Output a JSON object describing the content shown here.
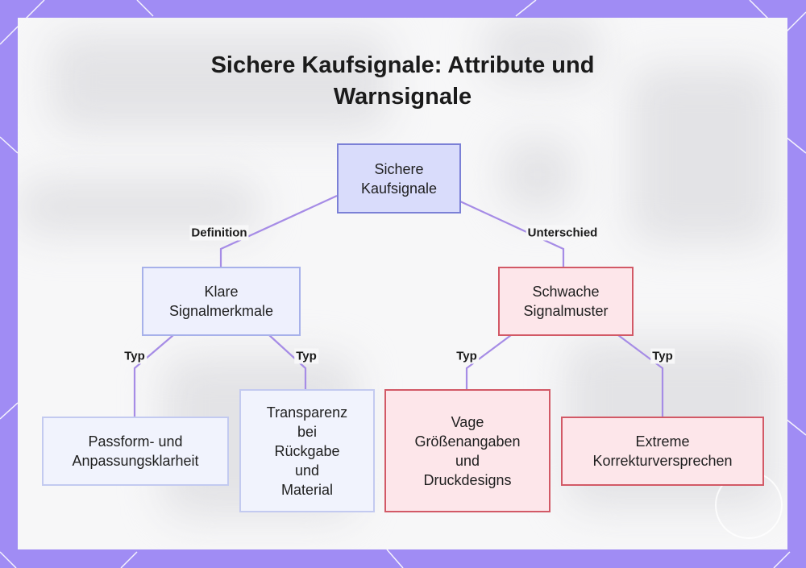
{
  "title_lines": [
    "Sichere Kaufsignale: Attribute und",
    "Warnsignale"
  ],
  "colors": {
    "frame": "#a08cf4",
    "connector": "#a68ce6",
    "root_fill": "#d9dcfb",
    "root_border": "#7b80d6",
    "blue_fill": "#eef0fd",
    "blue_border": "#a7b1ea",
    "red_fill": "#fde6ea",
    "red_border": "#d25966"
  },
  "nodes": {
    "root": {
      "lines": [
        "Sichere",
        "Kaufsignale"
      ]
    },
    "klare": {
      "lines": [
        "Klare",
        "Signalmerkmale"
      ]
    },
    "schwache": {
      "lines": [
        "Schwache",
        "Signalmuster"
      ]
    },
    "passform": {
      "lines": [
        "Passform- und",
        "Anpassungsklarheit"
      ]
    },
    "transparenz": {
      "lines": [
        "Transparenz",
        "bei",
        "Rückgabe",
        "und",
        "Material"
      ]
    },
    "vage": {
      "lines": [
        "Vage",
        "Größenangaben",
        "und",
        "Druckdesigns"
      ]
    },
    "extreme": {
      "lines": [
        "Extreme",
        "Korrekturversprechen"
      ]
    }
  },
  "edge_labels": {
    "definition": "Definition",
    "unterschied": "Unterschied",
    "typ_passform": "Typ",
    "typ_transparenz": "Typ",
    "typ_vage": "Typ",
    "typ_extreme": "Typ"
  }
}
